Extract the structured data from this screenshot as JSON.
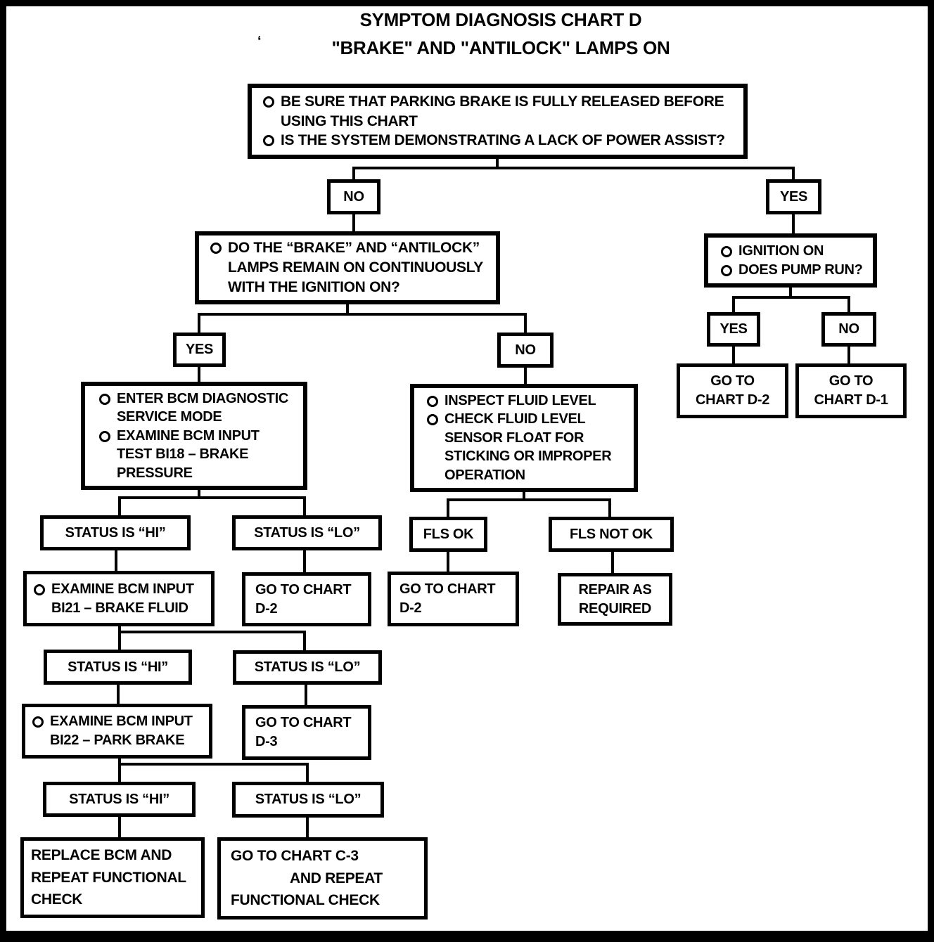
{
  "title": {
    "line1": "SYMPTOM DIAGNOSIS CHART D",
    "line2": "\"BRAKE\" AND \"ANTILOCK\" LAMPS ON"
  },
  "artifact_mark": "‘",
  "labels": {
    "yes": "YES",
    "no": "NO",
    "status_hi": "STATUS IS “HI”",
    "status_lo": "STATUS IS “LO”",
    "fls_ok": "FLS OK",
    "fls_not_ok": "FLS NOT OK"
  },
  "nodes": {
    "start": {
      "bullets": [
        "BE SURE THAT PARKING BRAKE IS FULLY RELEASED BEFORE\nUSING THIS CHART",
        "IS THE SYSTEM DEMONSTRATING A LACK OF POWER ASSIST?"
      ]
    },
    "lamps_question": {
      "bullets": [
        "DO THE “BRAKE” AND “ANTILOCK”\nLAMPS REMAIN ON CONTINUOUSLY\nWITH THE IGNITION ON?"
      ]
    },
    "ignition_question": {
      "bullets": [
        "IGNITION ON",
        "DOES PUMP RUN?"
      ]
    },
    "goto_d2_right": {
      "lines": [
        "GO TO",
        "CHART D-2"
      ]
    },
    "goto_d1": {
      "lines": [
        "GO TO",
        "CHART D-1"
      ]
    },
    "enter_bcm": {
      "bullets": [
        "ENTER BCM DIAGNOSTIC\nSERVICE MODE",
        "EXAMINE BCM INPUT\nTEST BI18 – BRAKE\nPRESSURE"
      ]
    },
    "inspect_fluid": {
      "bullets": [
        "INSPECT FLUID LEVEL",
        "CHECK FLUID LEVEL\nSENSOR FLOAT FOR\nSTICKING OR IMPROPER\nOPERATION"
      ]
    },
    "examine_bi21": {
      "bullets": [
        "EXAMINE BCM INPUT\nBI21 – BRAKE FLUID"
      ]
    },
    "goto_d2_left": {
      "lines": [
        "GO TO CHART",
        "D-2"
      ]
    },
    "goto_d2_mid": {
      "lines": [
        "GO TO CHART",
        "D-2"
      ]
    },
    "repair": {
      "lines": [
        "REPAIR AS",
        "REQUIRED"
      ]
    },
    "examine_bi22": {
      "bullets": [
        "EXAMINE BCM INPUT\nBI22 – PARK BRAKE"
      ]
    },
    "goto_d3": {
      "lines": [
        "GO TO CHART",
        "D-3"
      ]
    },
    "replace_bcm": {
      "lines": [
        "REPLACE BCM AND",
        "REPEAT FUNCTIONAL",
        "CHECK"
      ]
    },
    "goto_c3": {
      "lines": [
        "GO TO CHART C-3",
        "AND REPEAT",
        "FUNCTIONAL CHECK"
      ]
    }
  }
}
